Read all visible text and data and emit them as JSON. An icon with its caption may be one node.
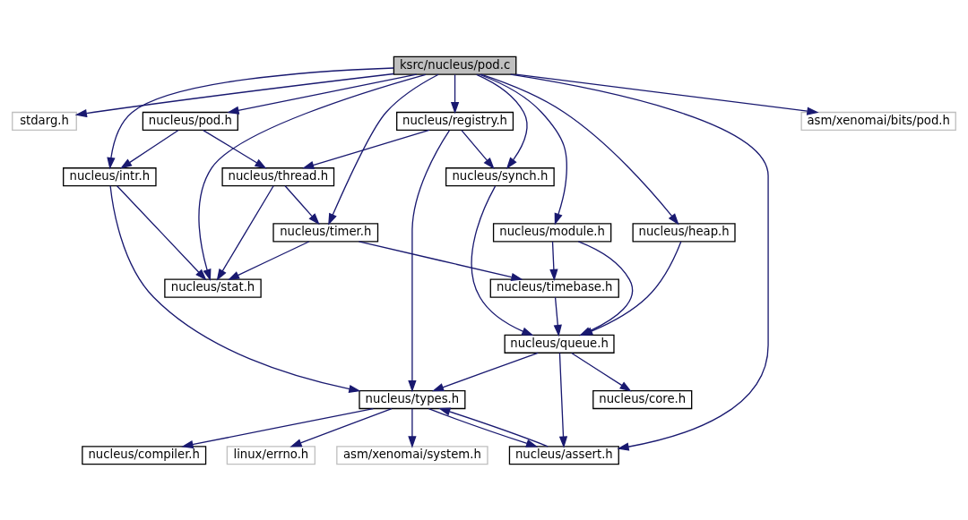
{
  "diagram": {
    "nodes": [
      {
        "text": [
          "ksrc/nucleus/pod.c"
        ]
      },
      {
        "text": [
          "stdarg.h"
        ]
      },
      {
        "text": [
          "nucleus/pod.h"
        ]
      },
      {
        "text": [
          "nucleus/registry.h"
        ]
      },
      {
        "text": [
          "asm/xenomai/bits/pod.h"
        ]
      },
      {
        "text": [
          "nucleus/thread.h"
        ]
      },
      {
        "text": [
          "nucleus/synch.h"
        ]
      },
      {
        "text": [
          "nucleus/heap.h"
        ]
      },
      {
        "text": [
          "nucleus/intr.h"
        ]
      },
      {
        "text": [
          "nucleus/timer.h"
        ]
      },
      {
        "text": [
          "nucleus/module.h"
        ]
      },
      {
        "text": [
          "nucleus/stat.h"
        ]
      },
      {
        "text": [
          "nucleus/timebase.h"
        ]
      },
      {
        "text": [
          "nucleus/queue.h"
        ]
      },
      {
        "text": [
          "nucleus/types.h"
        ]
      },
      {
        "text": [
          "nucleus/core.h"
        ]
      },
      {
        "text": [
          "nucleus/compiler.h"
        ]
      },
      {
        "text": [
          "linux/errno.h"
        ]
      },
      {
        "text": [
          "asm/xenomai/system.h"
        ]
      },
      {
        "text": [
          "nucleus/assert.h"
        ]
      }
    ],
    "edges": [
      {
        "from": 0,
        "to": 1,
        "arrow": "to"
      },
      {
        "from": 0,
        "to": 8,
        "arrow": "to"
      },
      {
        "from": 0,
        "to": 2,
        "arrow": "to"
      },
      {
        "from": 0,
        "to": 11,
        "arrow": "to"
      },
      {
        "from": 0,
        "to": 9,
        "arrow": "to"
      },
      {
        "from": 0,
        "to": 3,
        "arrow": "to"
      },
      {
        "from": 0,
        "to": 6,
        "arrow": "to"
      },
      {
        "from": 0,
        "to": 10,
        "arrow": "to"
      },
      {
        "from": 0,
        "to": 7,
        "arrow": "to"
      },
      {
        "from": 0,
        "to": 19,
        "arrow": "to"
      },
      {
        "from": 0,
        "to": 4,
        "arrow": "to"
      },
      {
        "from": 2,
        "to": 8,
        "arrow": "to"
      },
      {
        "from": 2,
        "to": 5,
        "arrow": "to"
      },
      {
        "from": 3,
        "to": 5,
        "arrow": "to"
      },
      {
        "from": 3,
        "to": 14,
        "arrow": "to"
      },
      {
        "from": 3,
        "to": 6,
        "arrow": "to"
      },
      {
        "from": 5,
        "to": 11,
        "arrow": "to"
      },
      {
        "from": 5,
        "to": 9,
        "arrow": "to"
      },
      {
        "from": 8,
        "to": 11,
        "arrow": "to"
      },
      {
        "from": 8,
        "to": 14,
        "arrow": "to"
      },
      {
        "from": 9,
        "to": 11,
        "arrow": "to"
      },
      {
        "from": 9,
        "to": 12,
        "arrow": "to"
      },
      {
        "from": 6,
        "to": 13,
        "arrow": "to"
      },
      {
        "from": 10,
        "to": 12,
        "arrow": "to"
      },
      {
        "from": 10,
        "to": 13,
        "arrow": "to"
      },
      {
        "from": 7,
        "to": 13,
        "arrow": "to"
      },
      {
        "from": 12,
        "to": 13,
        "arrow": "to"
      },
      {
        "from": 13,
        "to": 14,
        "arrow": "to"
      },
      {
        "from": 13,
        "to": 15,
        "arrow": "to"
      },
      {
        "from": 13,
        "to": 19,
        "arrow": "to"
      },
      {
        "from": 14,
        "to": 16,
        "arrow": "to"
      },
      {
        "from": 14,
        "to": 17,
        "arrow": "to"
      },
      {
        "from": 14,
        "to": 18,
        "arrow": "to"
      },
      {
        "from": 14,
        "to": 19,
        "arrow": "to"
      },
      {
        "from": 19,
        "to": 14,
        "arrow": "to"
      }
    ]
  }
}
